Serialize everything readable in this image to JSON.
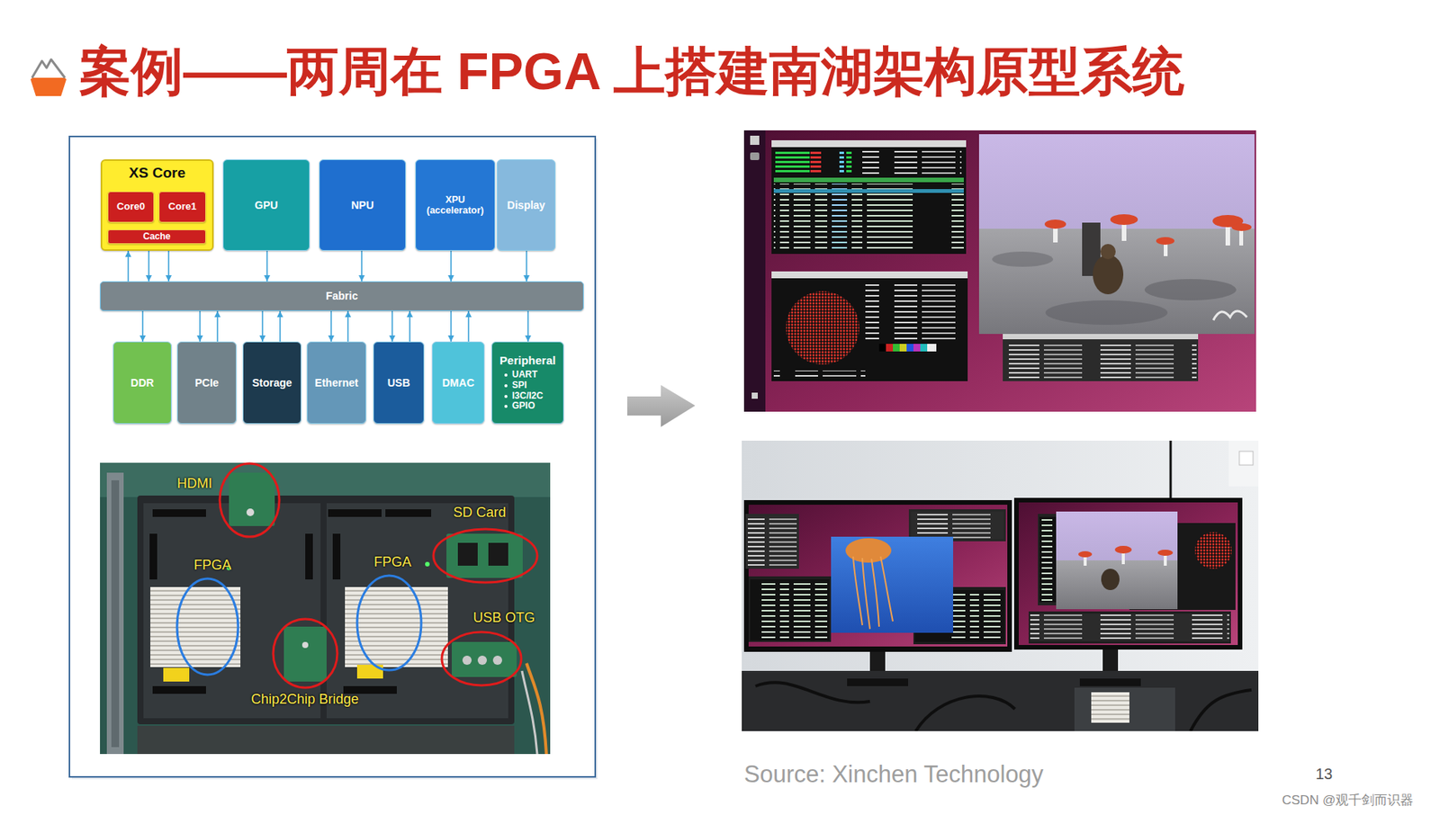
{
  "diagram": {
    "title": "案例——两周在 FPGA 上搭建南湖架构原型系统",
    "nodes": [
      {
        "text": [
          "XS Core"
        ]
      },
      {
        "text": [
          "Core0"
        ],
        "in": 0
      },
      {
        "text": [
          "Core1"
        ],
        "in": 0
      },
      {
        "text": [
          "Cache"
        ],
        "in": 0
      },
      {
        "text": [
          "GPU"
        ]
      },
      {
        "text": [
          "NPU"
        ]
      },
      {
        "text": [
          "XPU (accelerator)"
        ]
      },
      {
        "text": [
          "Display"
        ]
      },
      {
        "text": [
          "Fabric"
        ]
      },
      {
        "text": [
          "DDR"
        ]
      },
      {
        "text": [
          "PCIe"
        ]
      },
      {
        "text": [
          "Storage"
        ]
      },
      {
        "text": [
          "Ethernet"
        ]
      },
      {
        "text": [
          "USB"
        ]
      },
      {
        "text": [
          "DMAC"
        ]
      },
      {
        "text": [
          "Peripheral",
          "UART",
          "SPI",
          "I3C/I2C",
          "GPIO"
        ]
      }
    ],
    "edges": [
      {
        "from": 8,
        "to": 0,
        "arrow": "to"
      },
      {
        "from": 0,
        "to": 8,
        "arrow": "to"
      },
      {
        "from": 0,
        "to": 8,
        "arrow": "to"
      },
      {
        "from": 4,
        "to": 8,
        "arrow": "to"
      },
      {
        "from": 5,
        "to": 8,
        "arrow": "to"
      },
      {
        "from": 6,
        "to": 8,
        "arrow": "to"
      },
      {
        "from": 7,
        "to": 8,
        "arrow": "to"
      },
      {
        "from": 8,
        "to": 9,
        "arrow": "to"
      },
      {
        "from": 8,
        "to": 10,
        "arrow": "to"
      },
      {
        "from": 10,
        "to": 8,
        "arrow": "to"
      },
      {
        "from": 8,
        "to": 11,
        "arrow": "to"
      },
      {
        "from": 11,
        "to": 8,
        "arrow": "to"
      },
      {
        "from": 8,
        "to": 12,
        "arrow": "to"
      },
      {
        "from": 12,
        "to": 8,
        "arrow": "to"
      },
      {
        "from": 8,
        "to": 13,
        "arrow": "to"
      },
      {
        "from": 13,
        "to": 8,
        "arrow": "to"
      },
      {
        "from": 8,
        "to": 14,
        "arrow": "to"
      },
      {
        "from": 14,
        "to": 8,
        "arrow": "to"
      },
      {
        "from": 8,
        "to": 15,
        "arrow": "to"
      }
    ],
    "labels": [
      "HDMI",
      "SD Card",
      "FPGA",
      "FPGA",
      "USB OTG",
      "Chip2Chip Bridge",
      "Source: Xinchen Technology",
      "13",
      "CSDN @观千剑而识器"
    ]
  }
}
